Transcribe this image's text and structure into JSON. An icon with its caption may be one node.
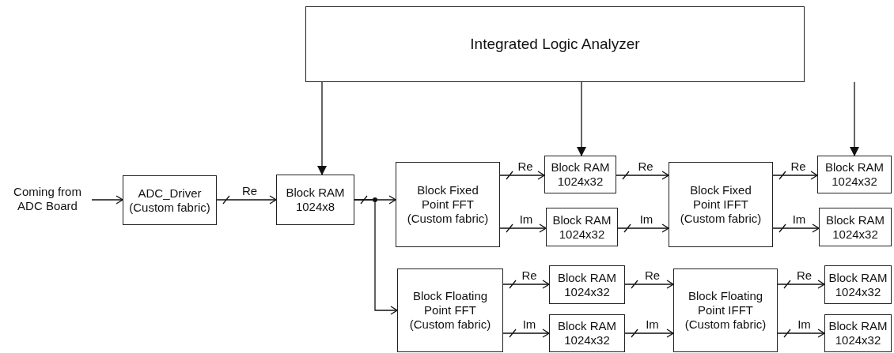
{
  "diagram": {
    "nodes": [
      {
        "text": [
          "Integrated Logic Analyzer"
        ]
      },
      {
        "text": [
          "Coming from ADC Board"
        ]
      },
      {
        "text": [
          "ADC_Driver (Custom fabric)"
        ]
      },
      {
        "text": [
          "Block RAM 1024x8"
        ]
      },
      {
        "text": [
          "Block Fixed Point FFT (Custom fabric)"
        ]
      },
      {
        "text": [
          "Block RAM 1024x32"
        ]
      },
      {
        "text": [
          "Block RAM 1024x32"
        ]
      },
      {
        "text": [
          "Block Fixed Point IFFT (Custom fabric)"
        ]
      },
      {
        "text": [
          "Block RAM 1024x32"
        ]
      },
      {
        "text": [
          "Block RAM 1024x32"
        ]
      },
      {
        "text": [
          "Block Floating Point FFT (Custom fabric)"
        ]
      },
      {
        "text": [
          "Block RAM 1024x32"
        ]
      },
      {
        "text": [
          "Block RAM 1024x32"
        ]
      },
      {
        "text": [
          "Block Floating Point IFFT (Custom fabric)"
        ]
      },
      {
        "text": [
          "Block RAM 1024x32"
        ]
      },
      {
        "text": [
          "Block RAM 1024x32"
        ]
      }
    ],
    "edges": [
      {
        "from": 0,
        "to": 3,
        "arrow": "to"
      },
      {
        "from": 0,
        "to": 5,
        "arrow": "to"
      },
      {
        "from": 0,
        "to": 8,
        "arrow": "to"
      },
      {
        "from": 1,
        "to": 2,
        "arrow": "to"
      },
      {
        "from": 2,
        "to": 3,
        "arrow": "to",
        "label": "Re"
      },
      {
        "from": 3,
        "to": 4,
        "arrow": "to"
      },
      {
        "from": 3,
        "to": 10,
        "arrow": "to"
      },
      {
        "from": 4,
        "to": 5,
        "arrow": "to",
        "label": "Re"
      },
      {
        "from": 4,
        "to": 6,
        "arrow": "to",
        "label": "Im"
      },
      {
        "from": 5,
        "to": 7,
        "arrow": "to",
        "label": "Re"
      },
      {
        "from": 6,
        "to": 7,
        "arrow": "to",
        "label": "Im"
      },
      {
        "from": 7,
        "to": 8,
        "arrow": "to",
        "label": "Re"
      },
      {
        "from": 7,
        "to": 9,
        "arrow": "to",
        "label": "Im"
      },
      {
        "from": 10,
        "to": 11,
        "arrow": "to",
        "label": "Re"
      },
      {
        "from": 10,
        "to": 12,
        "arrow": "to",
        "label": "Im"
      },
      {
        "from": 11,
        "to": 13,
        "arrow": "to",
        "label": "Re"
      },
      {
        "from": 12,
        "to": 13,
        "arrow": "to",
        "label": "Im"
      },
      {
        "from": 13,
        "to": 14,
        "arrow": "to",
        "label": "Re"
      },
      {
        "from": 13,
        "to": 15,
        "arrow": "to",
        "label": "Im"
      }
    ]
  }
}
